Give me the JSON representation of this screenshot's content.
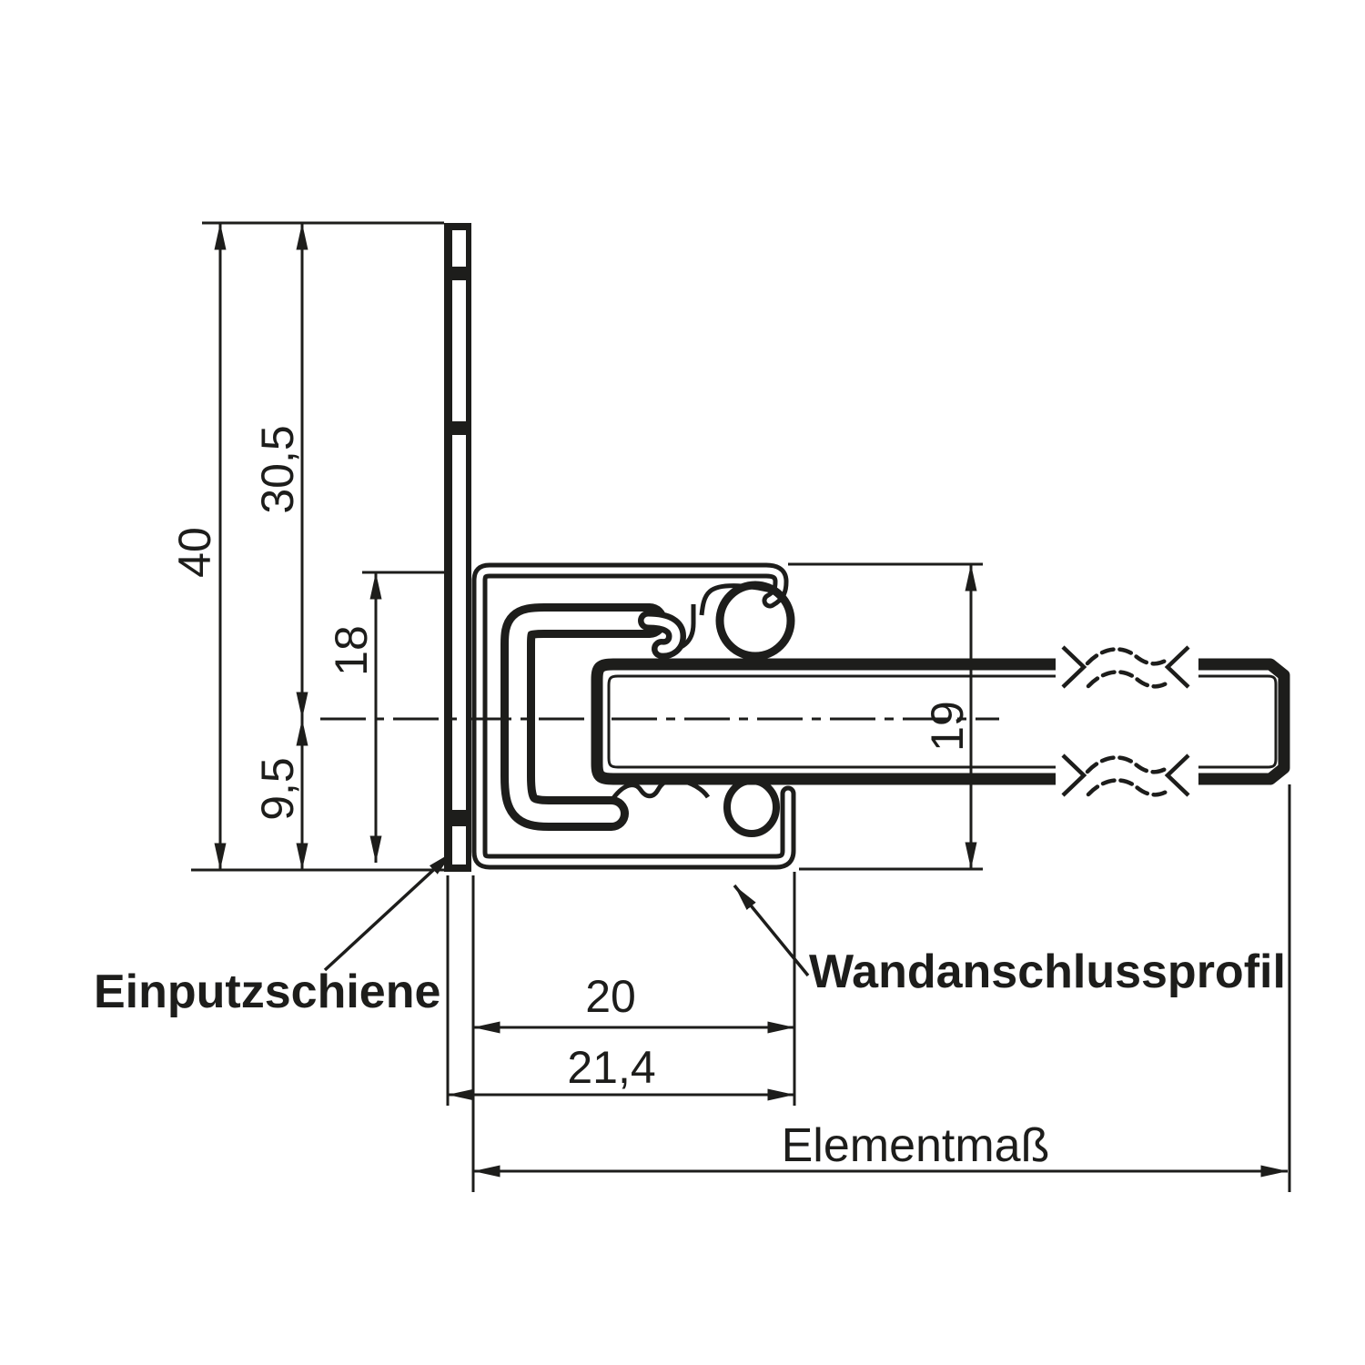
{
  "drawing": {
    "part_labels": {
      "einputzschiene": "Einputzschiene",
      "wandanschlussprofil": "Wandanschlussprofil"
    },
    "dimensions": {
      "d40": "40",
      "d30_5": "30,5",
      "d18": "18",
      "d9_5": "9,5",
      "d19": "19",
      "d20": "20",
      "d21_4": "21,4",
      "elementmass": "Elementmaß"
    },
    "colors": {
      "line": "#1d1d1b",
      "background": "#ffffff"
    }
  }
}
